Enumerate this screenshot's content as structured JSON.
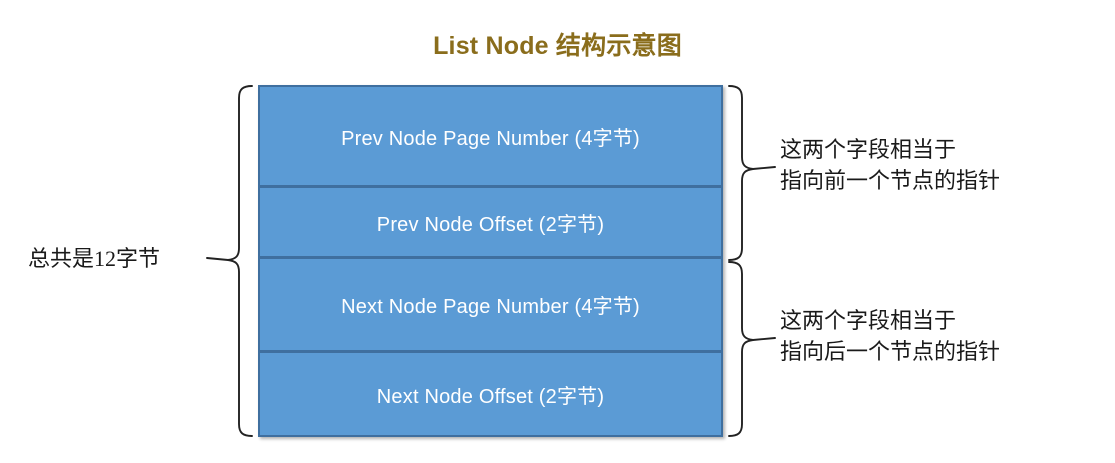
{
  "title": "List Node 结构示意图",
  "colors": {
    "title": "#8a6d1c",
    "field_fill": "#5b9bd5",
    "field_border": "#3f6f9f",
    "field_text": "#ffffff",
    "annotation_text": "#1a1a1a",
    "brace": "#222222",
    "background": "#ffffff"
  },
  "struct": {
    "name": "List Node",
    "total_size_label": "总共是12字节",
    "fields": [
      {
        "label": "Prev Node Page Number (4字节)",
        "size_bytes": 4
      },
      {
        "label": "Prev Node Offset (2字节)",
        "size_bytes": 2
      },
      {
        "label": "Next Node Page Number (4字节)",
        "size_bytes": 4
      },
      {
        "label": "Next Node Offset (2字节)",
        "size_bytes": 2
      }
    ]
  },
  "annotations": {
    "prev_pointer": {
      "line1": "这两个字段相当于",
      "line2": "指向前一个节点的指针"
    },
    "next_pointer": {
      "line1": "这两个字段相当于",
      "line2": "指向后一个节点的指针"
    }
  }
}
